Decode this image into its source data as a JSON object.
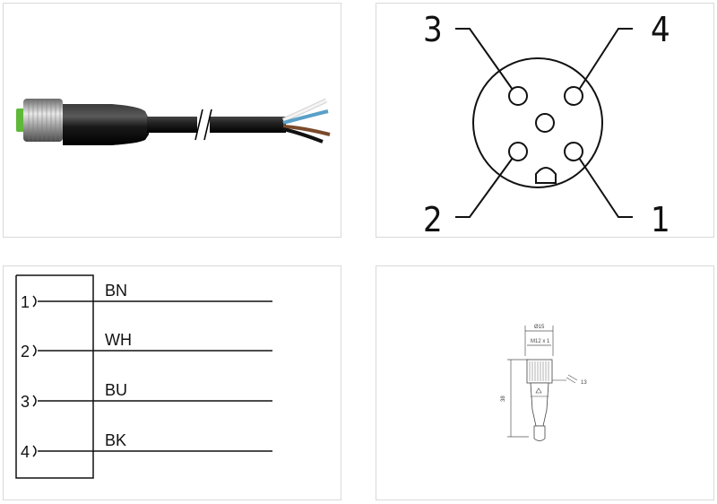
{
  "pin_layout": {
    "pins": [
      "3",
      "4",
      "2",
      "1"
    ]
  },
  "wiring": {
    "rows": [
      {
        "pin": "1",
        "color": "BN"
      },
      {
        "pin": "2",
        "color": "WH"
      },
      {
        "pin": "3",
        "color": "BU"
      },
      {
        "pin": "4",
        "color": "BK"
      }
    ]
  },
  "dimensions": {
    "diameter": "Ø15",
    "thread": "M12 x 1",
    "length": "38",
    "wrench": "13"
  },
  "colors": {
    "cable": "#1a1a1a",
    "wire_brown": "#7a4a2a",
    "wire_blue": "#5aa0c8",
    "wire_white": "#f2f2f2",
    "wire_black": "#111111",
    "accent_green": "#5fb83a"
  }
}
